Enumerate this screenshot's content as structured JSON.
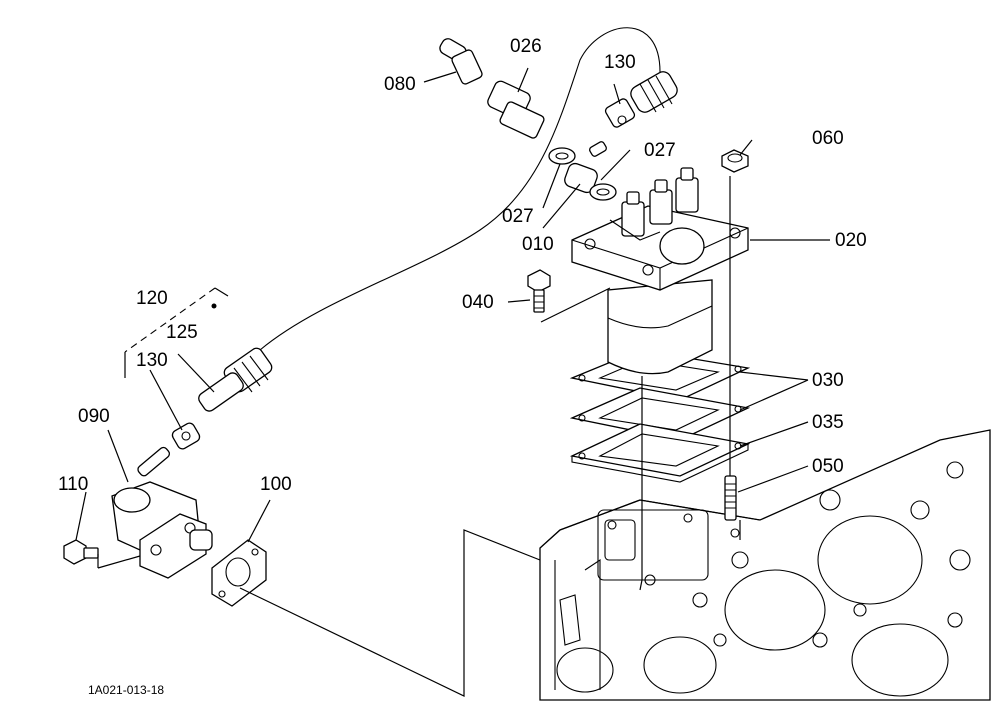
{
  "drawing_ref": "1A021-013-18",
  "labels": {
    "p010": "010",
    "p020": "020",
    "p026": "026",
    "p027a": "027",
    "p027b": "027",
    "p030": "030",
    "p035": "035",
    "p040": "040",
    "p050": "050",
    "p060": "060",
    "p080": "080",
    "p090": "090",
    "p100": "100",
    "p110": "110",
    "p120": "120",
    "p125": "125",
    "p130a": "130",
    "p130b": "130"
  }
}
